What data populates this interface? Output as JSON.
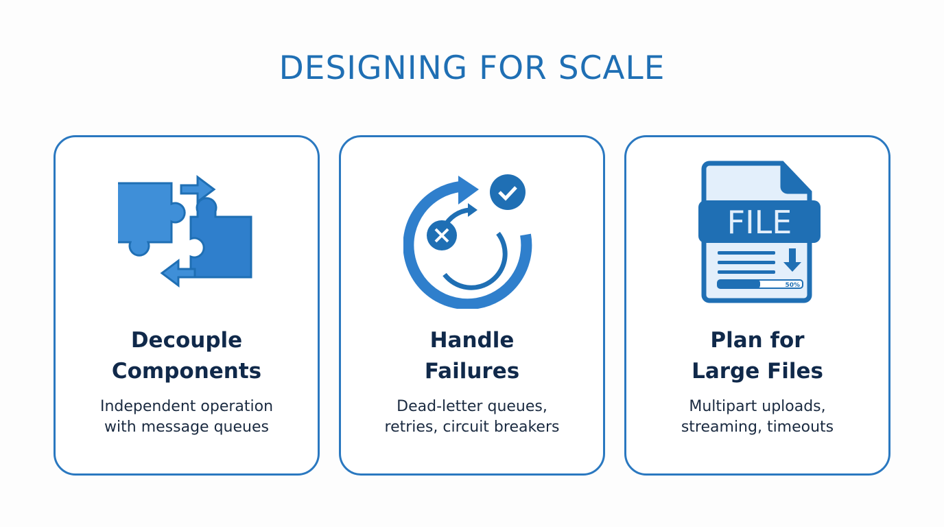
{
  "title": "DESIGNING FOR SCALE",
  "colors": {
    "accent": "#1f6fb4",
    "heading": "#10294a"
  },
  "cards": [
    {
      "icon": "puzzle-pieces-icon",
      "heading_line1": "Decouple",
      "heading_line2": "Components",
      "desc_line1": "Independent operation",
      "desc_line2": "with message queues"
    },
    {
      "icon": "retry-cycle-icon",
      "heading_line1": "Handle",
      "heading_line2": "Failures",
      "desc_line1": "Dead-letter queues,",
      "desc_line2": "retries, circuit breakers"
    },
    {
      "icon": "file-download-icon",
      "heading_line1": "Plan for",
      "heading_line2": "Large Files",
      "desc_line1": "Multipart uploads,",
      "desc_line2": "streaming, timeouts",
      "icon_label": "FILE",
      "progress_label": "50%",
      "progress": 0.5
    }
  ]
}
